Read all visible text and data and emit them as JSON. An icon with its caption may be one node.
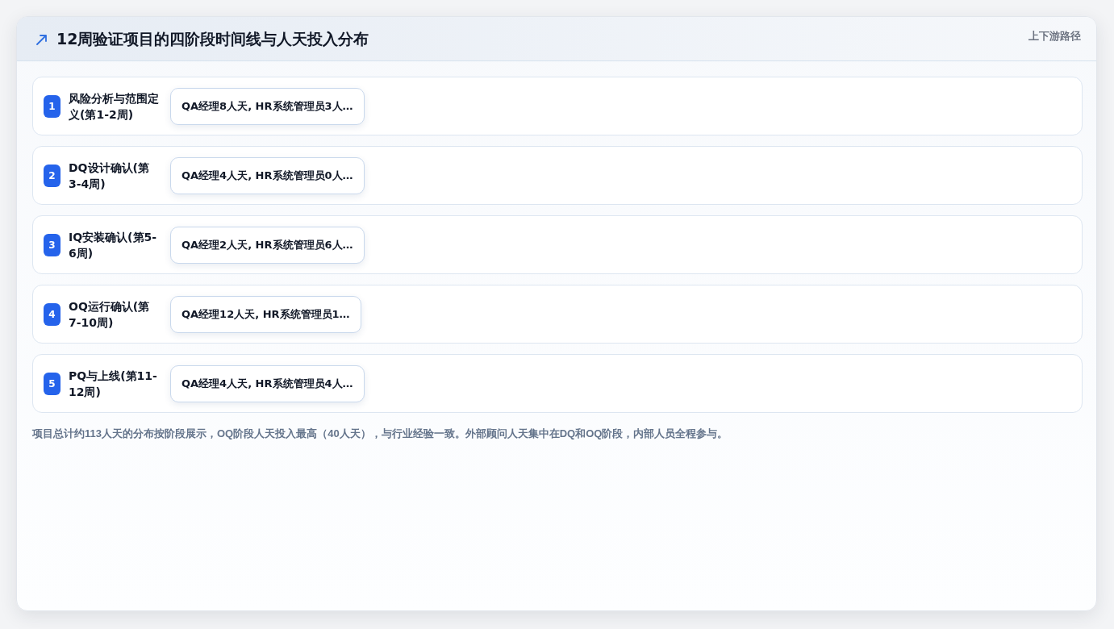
{
  "diagram": {
    "title": "12周验证项目的四阶段时间线与人天投入分布",
    "nodes": [
      {
        "text": [
          "风险分析与范围定义(第1-2周)"
        ]
      },
      {
        "text": [
          "1"
        ],
        "in": 0
      },
      {
        "text": [
          "QA经理8人天, HR系统管理员3人…"
        ],
        "in": 0
      },
      {
        "text": [
          "DQ设计确认(第3-4周)"
        ]
      },
      {
        "text": [
          "2"
        ],
        "in": 3
      },
      {
        "text": [
          "QA经理4人天, HR系统管理员0人…"
        ],
        "in": 3
      },
      {
        "text": [
          "IQ安装确认(第5-6周)"
        ]
      },
      {
        "text": [
          "3"
        ],
        "in": 6
      },
      {
        "text": [
          "QA经理2人天, HR系统管理员6人…"
        ],
        "in": 6
      },
      {
        "text": [
          "OQ运行确认(第7-10周)"
        ]
      },
      {
        "text": [
          "4"
        ],
        "in": 9
      },
      {
        "text": [
          "QA经理12人天, HR系统管理员1…"
        ],
        "in": 9
      },
      {
        "text": [
          "PQ与上线(第11-12周)"
        ]
      },
      {
        "text": [
          "5"
        ],
        "in": 12
      },
      {
        "text": [
          "QA经理4人天, HR系统管理员4人…"
        ],
        "in": 12
      }
    ],
    "labels": [
      "上下游路径"
    ],
    "caption": "项目总计约113人天的分布按阶段展示，OQ阶段人天投入最高（40人天），与行业经验一致。外部顾问人天集中在DQ和OQ阶段，内部人员全程参与。"
  }
}
